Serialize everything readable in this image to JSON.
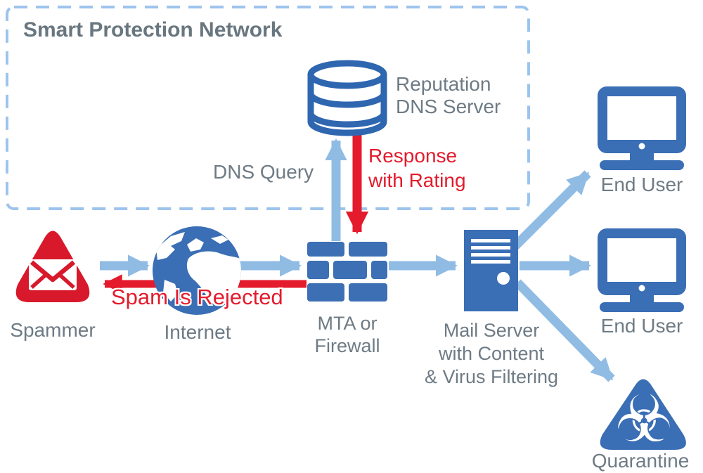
{
  "network_box": {
    "title": "Smart Protection Network"
  },
  "nodes": {
    "reputation_server": {
      "label_line1": "Reputation",
      "label_line2": "DNS Server",
      "icon": "database-icon"
    },
    "spammer": {
      "label": "Spammer",
      "icon": "spam-warning-triangle-icon"
    },
    "internet": {
      "label": "Internet",
      "icon": "globe-icon"
    },
    "firewall": {
      "label_line1": "MTA or",
      "label_line2": "Firewall",
      "icon": "firewall-bricks-icon"
    },
    "mail_server": {
      "label_line1": "Mail Server",
      "label_line2": "with Content",
      "label_line3": "& Virus Filtering",
      "icon": "server-tower-icon"
    },
    "end_user_top": {
      "label": "End User",
      "icon": "monitor-icon"
    },
    "end_user_middle": {
      "label": "End User",
      "icon": "monitor-icon"
    },
    "quarantine": {
      "label": "Quarantine",
      "icon": "biohazard-triangle-icon"
    }
  },
  "flows": {
    "dns_query": {
      "label": "DNS Query",
      "direction": "firewall-to-dns-server"
    },
    "response": {
      "label_line1": "Response",
      "label_line2": "with Rating",
      "direction": "dns-server-to-firewall"
    },
    "spam_rejected": {
      "label": "Spam Is Rejected",
      "direction": "firewall-to-spammer"
    },
    "spammer_to_internet": {
      "label": ""
    },
    "internet_to_firewall": {
      "label": ""
    },
    "firewall_to_mail_server": {
      "label": ""
    },
    "mail_to_end_user_top": {
      "label": ""
    },
    "mail_to_end_user_middle": {
      "label": ""
    },
    "mail_to_quarantine": {
      "label": ""
    }
  },
  "colors": {
    "icon_blue": "#3a6eb5",
    "arrow_light_blue": "#90bce4",
    "alert_red": "#e31b2c",
    "spammer_red": "#d7192b",
    "text_gray": "#6e7b85",
    "dashed_border_blue": "#9dc4ec"
  }
}
